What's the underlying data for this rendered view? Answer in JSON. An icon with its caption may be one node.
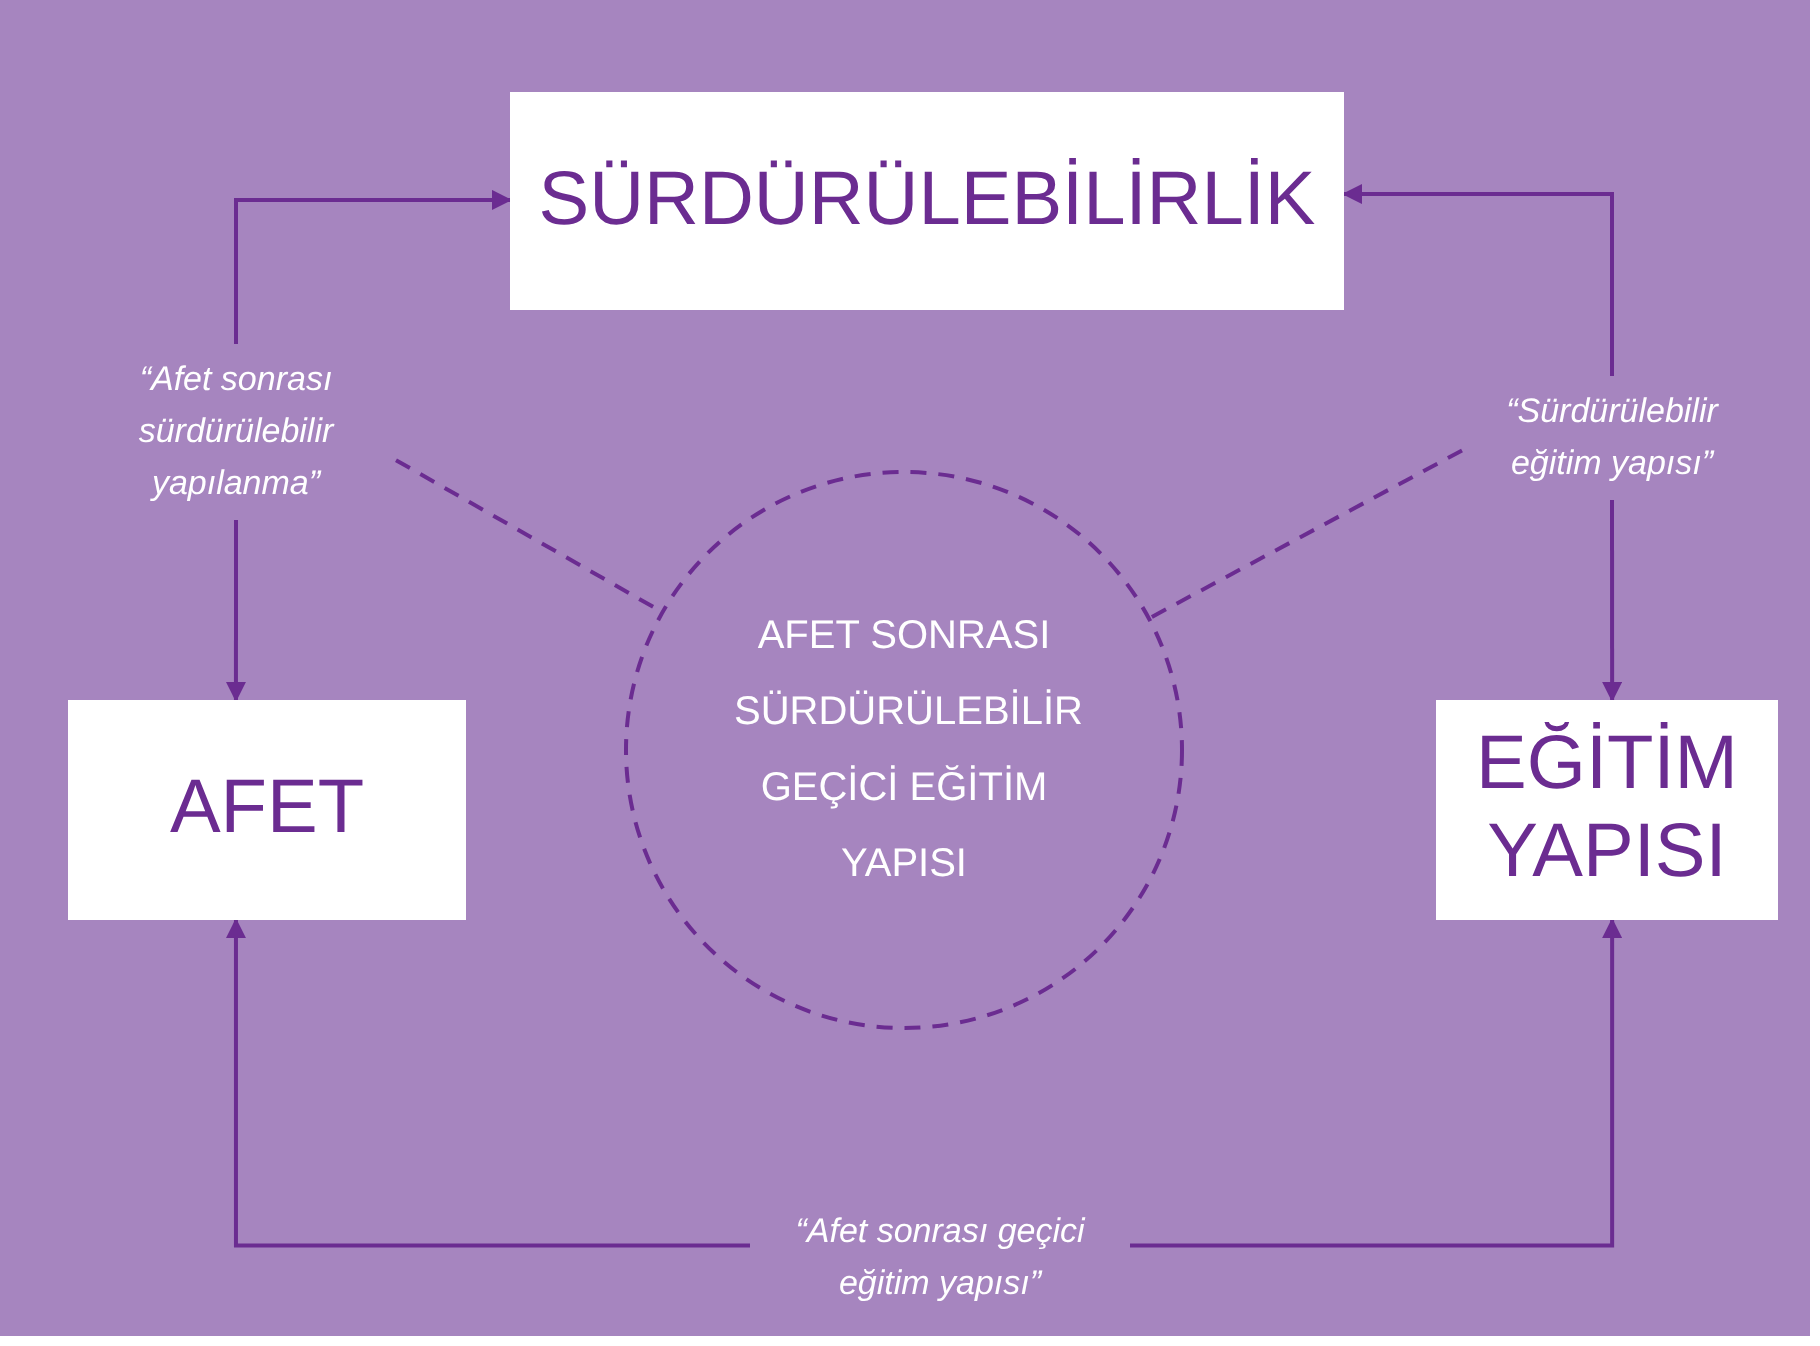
{
  "diagram": {
    "nodes": [
      {
        "text": [
          "SÜRDÜRÜLEBİLİRLİK"
        ]
      },
      {
        "text": [
          "AFET"
        ]
      },
      {
        "text": [
          "EĞİTİM YAPISI"
        ]
      },
      {
        "text": [
          "AFET SONRASI SÜRDÜRÜLEBİLİR GEÇİCİ EĞİTİM YAPISI"
        ]
      },
      {
        "text": [
          "“Afet sonrası sürdürülebilir yapılanma”"
        ]
      },
      {
        "text": [
          "“Sürdürülebilir eğitim yapısı”"
        ]
      },
      {
        "text": [
          "“Afet sonrası geçici eğitim yapısı”"
        ]
      }
    ],
    "edges": [
      {
        "from": 4,
        "to": 0,
        "arrow": "to"
      },
      {
        "from": 4,
        "to": 1,
        "arrow": "to"
      },
      {
        "from": 5,
        "to": 0,
        "arrow": "to"
      },
      {
        "from": 5,
        "to": 2,
        "arrow": "to"
      },
      {
        "from": 6,
        "to": 1,
        "arrow": "to"
      },
      {
        "from": 6,
        "to": 2,
        "arrow": "to"
      },
      {
        "from": 4,
        "to": 3,
        "arrow": "none",
        "style": "dashed"
      },
      {
        "from": 5,
        "to": 3,
        "arrow": "none",
        "style": "dashed"
      }
    ]
  }
}
